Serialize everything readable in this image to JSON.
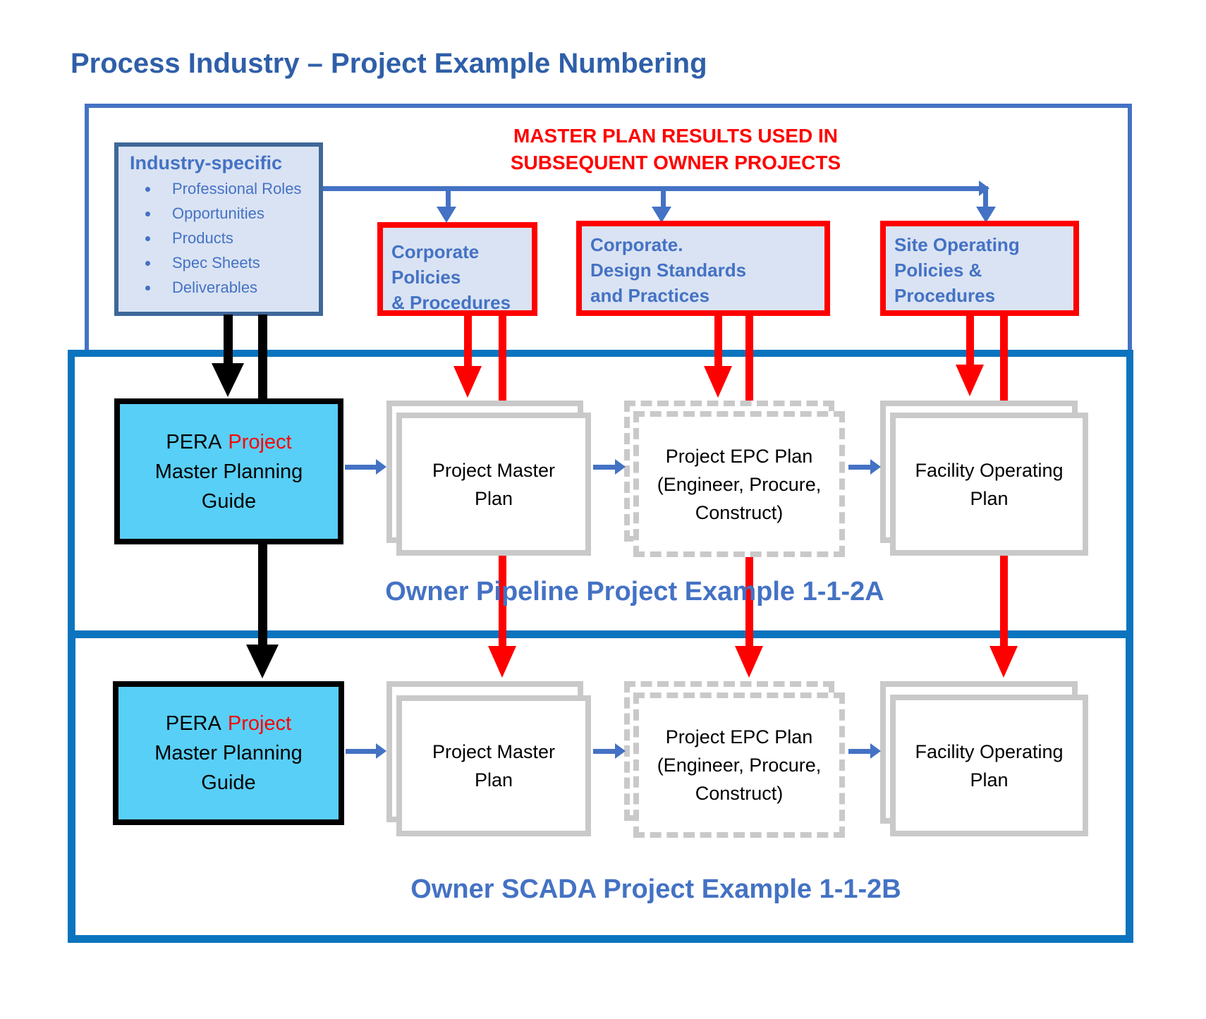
{
  "title": "Process Industry – Project Example Numbering",
  "top_section": {
    "industry_box": {
      "heading": "Industry-specific",
      "bullets": [
        "Professional Roles",
        "Opportunities",
        "Products",
        "Spec Sheets",
        "Deliverables"
      ]
    },
    "red_note": {
      "line1": "MASTER PLAN RESULTS USED IN",
      "line2": "SUBSEQUENT OWNER PROJECTS"
    },
    "red_boxes": {
      "corporate_policies": {
        "lines": [
          "Corporate Policies",
          "& Procedures"
        ]
      },
      "corporate_design": {
        "lines": [
          "Corporate.",
          "Design Standards",
          "and Practices"
        ]
      },
      "site_operating": {
        "lines": [
          "Site Operating",
          "Policies &",
          "Procedures"
        ]
      }
    }
  },
  "flow_boxes": {
    "pera": {
      "line1_prefix": "PERA",
      "line1_highlight": "Project",
      "line2": "Master Planning",
      "line3": "Guide"
    },
    "project_master_plan": {
      "lines": [
        "Project Master",
        "Plan"
      ]
    },
    "project_epc_plan": {
      "lines": [
        "Project EPC Plan",
        "(Engineer, Procure,",
        "Construct)"
      ]
    },
    "facility_operating_plan": {
      "lines": [
        "Facility Operating",
        "Plan"
      ]
    }
  },
  "sections": {
    "pipeline": {
      "title": "Owner Pipeline Project Example 1-1-2A"
    },
    "scada": {
      "title": "Owner SCADA Project Example 1-1-2B"
    }
  },
  "colors": {
    "accent_blue": "#4472C4",
    "bright_blue": "#0B74BE",
    "red": "#FF0000",
    "lavender_fill": "#DAE3F3",
    "cyan_fill": "#58CFF6",
    "gray_border": "#C9C9C9",
    "industry_box_border": "#3E6899",
    "title_blue": "#2F5FA8",
    "black": "#000000"
  }
}
